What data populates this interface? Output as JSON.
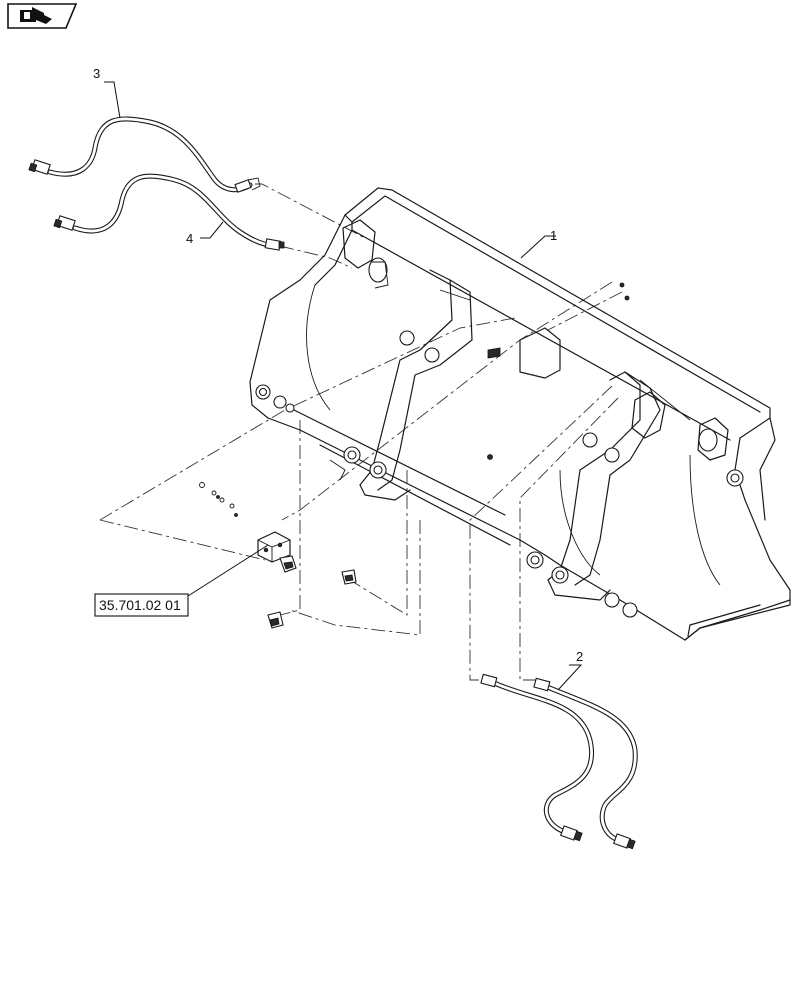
{
  "nav": {
    "icon": "navigation-arrow-icon"
  },
  "callouts": [
    {
      "id": "item-1",
      "label": "1"
    },
    {
      "id": "item-2",
      "label": "2"
    },
    {
      "id": "item-3",
      "label": "3"
    },
    {
      "id": "item-4",
      "label": "4"
    }
  ],
  "reference": {
    "label": "35.701.02 01"
  }
}
